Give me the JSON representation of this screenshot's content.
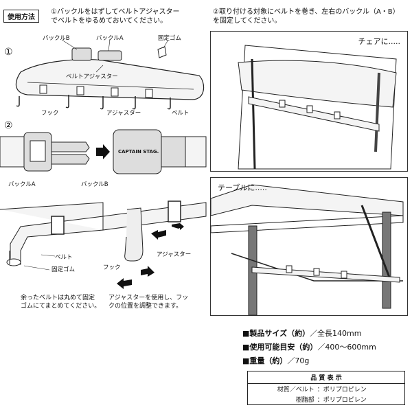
{
  "header": {
    "tag": "使用方法",
    "step1_text": "①バックルをはずしてベルトアジャスター\nでベルトをゆるめておいてください。",
    "step2_text": "②取り付ける対象にベルトを巻き、左右のバックル（A・B）\nを固定してください。"
  },
  "diagram1": {
    "step_number": "①",
    "labels": {
      "buckle_b": "バックルB",
      "buckle_a": "バックルA",
      "fixed_rubber": "固定ゴム",
      "belt_adjuster": "ベルトアジャスター",
      "hook": "フック",
      "adjuster": "アジャスター",
      "belt": "ベルト"
    }
  },
  "diagram2": {
    "step_number": "②",
    "brand": "CAPTAIN STAG.",
    "labels": {
      "buckle_a": "バックルA",
      "buckle_b": "バックルB"
    }
  },
  "diagram3": {
    "labels": {
      "belt": "ベルト",
      "fixed_rubber": "固定ゴム"
    },
    "caption": "余ったベルトは丸めて固定\nゴムにてまとめてください。"
  },
  "diagram4": {
    "labels": {
      "hook": "フック",
      "adjuster": "アジャスター"
    },
    "caption": "アジャスターを使用し、フッ\nクの位置を調整できます。"
  },
  "chair_panel": {
    "label": "チェアに....."
  },
  "table_panel": {
    "label": "テーブルに....."
  },
  "specs": [
    {
      "label": "■製品サイズ（約）",
      "value": "／全長140mm"
    },
    {
      "label": "■使用可能目安（約）",
      "value": "／400〜600mm"
    },
    {
      "label": "■重量（約）",
      "value": "／70g"
    }
  ],
  "quality": {
    "title": "品 質 表 示",
    "rows": [
      {
        "label": "材質／ベルト",
        "value": "：ポリプロピレン"
      },
      {
        "label": "樹脂部",
        "value": "：ポリプロピレン"
      }
    ]
  },
  "colors": {
    "line": "#222222",
    "belt_fill": "#f4f4f4",
    "buckle_fill": "#dddddd",
    "arrow": "#111111"
  }
}
